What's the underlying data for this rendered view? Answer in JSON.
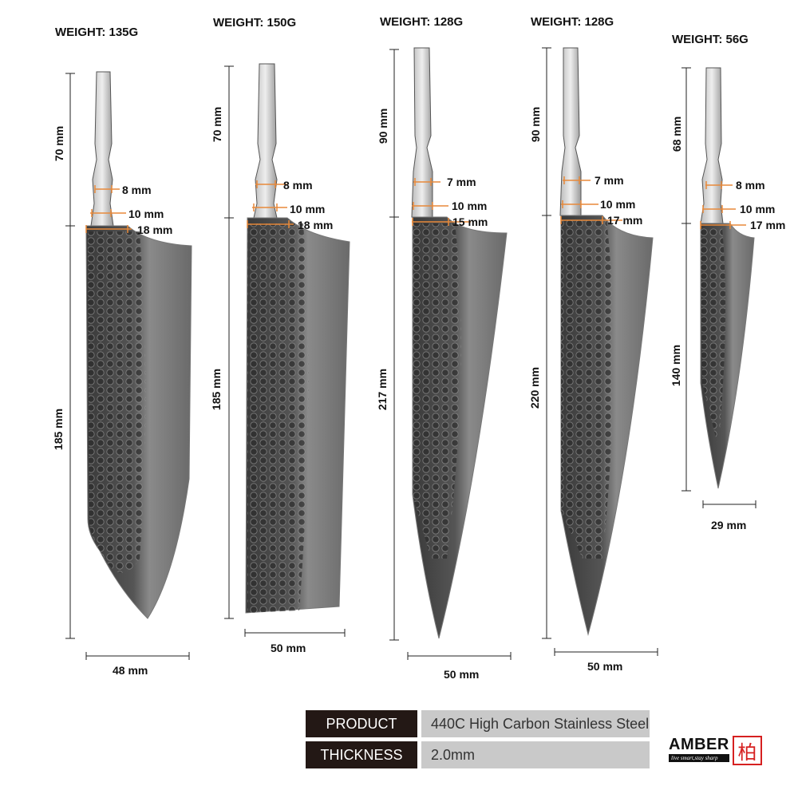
{
  "knives": [
    {
      "weight": "WEIGHT: 135G",
      "handle": "70 mm",
      "blade": "185 mm",
      "w1": "8 mm",
      "w2": "10 mm",
      "w3": "18 mm",
      "width": "48 mm"
    },
    {
      "weight": "WEIGHT: 150G",
      "handle": "70 mm",
      "blade": "185 mm",
      "w1": "8 mm",
      "w2": "10 mm",
      "w3": "18 mm",
      "width": "50 mm"
    },
    {
      "weight": "WEIGHT: 128G",
      "handle": "90 mm",
      "blade": "217 mm",
      "w1": "7 mm",
      "w2": "10 mm",
      "w3": "15 mm",
      "width": "50 mm"
    },
    {
      "weight": "WEIGHT: 128G",
      "handle": "90 mm",
      "blade": "220 mm",
      "w1": "7 mm",
      "w2": "10 mm",
      "w3": "17 mm",
      "width": "50 mm"
    },
    {
      "weight": "WEIGHT: 56G",
      "handle": "68 mm",
      "blade": "140 mm",
      "w1": "8 mm",
      "w2": "10 mm",
      "w3": "17 mm",
      "width": "29 mm"
    }
  ],
  "specs": [
    {
      "label": "PRODUCT",
      "value": "440C High Carbon Stainless Steel"
    },
    {
      "label": "THICKNESS",
      "value": "2.0mm"
    }
  ],
  "brand": {
    "name": "AMBER",
    "tagline": "live smart,stay sharp",
    "seal": "柏"
  },
  "colors": {
    "spec_label_bg": "#231815",
    "spec_value_bg": "#c9c9c9",
    "accent": "#e8893a",
    "seal": "#d62020"
  }
}
